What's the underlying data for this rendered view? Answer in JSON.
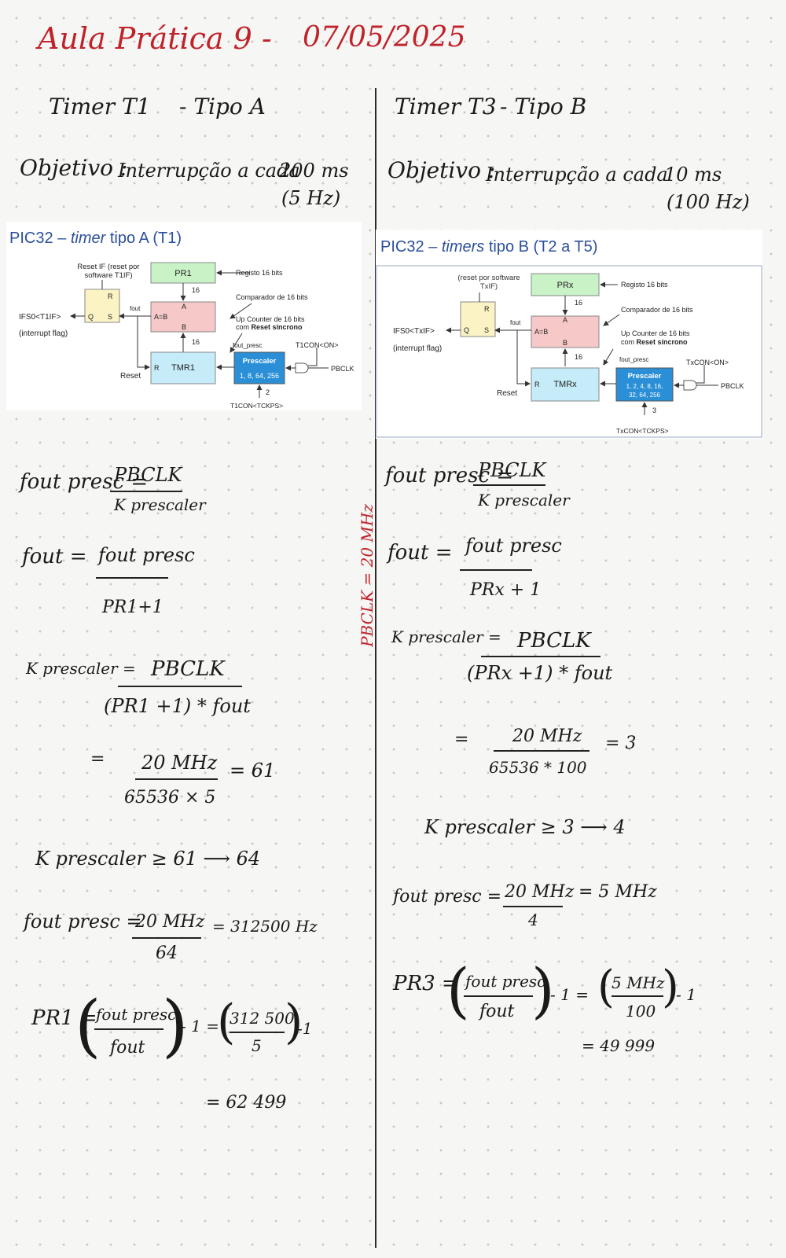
{
  "header": {
    "title": "Aula Prática 9 -",
    "date": "07/05/2025"
  },
  "left": {
    "timer": "Timer T1",
    "tipo": "- Tipo A",
    "objetivo_label": "Objetivo :",
    "objetivo_text": "Interrupção a cada",
    "period": "200 ms",
    "freq": "(5 Hz)",
    "diagram": {
      "title_prefix": "PIC32 – ",
      "title_italic": "timer",
      "title_suffix": " tipo A (T1)",
      "reset_if": "Reset IF (reset por",
      "reset_if2": "software T1IF)",
      "pr": "PR1",
      "registo": "Registo 16 bits",
      "comparador": "Comparador de 16 bits",
      "counter1": "Up Counter de 16 bits",
      "counter2_a": "com ",
      "counter2_b": "Reset síncrono",
      "ifs": "IFS0<T1IF>",
      "intflag": "(interrupt flag)",
      "reset": "Reset",
      "tmr": "TMR1",
      "prescaler": "Prescaler",
      "prescaler_vals": "1, 8, 64, 256",
      "tcon_on": "T1CON<ON>",
      "tcon_tckps": "T1CON<TCKPS>",
      "pbclk": "PBCLK",
      "fout": "fout",
      "fout_presc": "fout_presc",
      "a_eq_b": "A=B",
      "a": "A",
      "b": "B",
      "r": "R",
      "s": "S",
      "q": "Q",
      "bits16": "16",
      "bits2": "2"
    },
    "eq1_lhs": "fout presc =",
    "eq1_num": "PBCLK",
    "eq1_den": "K prescaler",
    "eq2_lhs": "fout =",
    "eq2_num": "fout presc",
    "eq2_den": "PR1+1",
    "eq3_lhs": "K prescaler =",
    "eq3_num": "PBCLK",
    "eq3_den": "(PR1 +1) * fout",
    "eq4_eq": "=",
    "eq4_num": "20 MHz",
    "eq4_den": "65536 × 5",
    "eq4_res": "= 61",
    "eq5": "K prescaler ≥ 61   ⟶   64",
    "eq6_lhs": "fout presc =",
    "eq6_num": "20 MHz",
    "eq6_den": "64",
    "eq6_res": "= 312500 Hz",
    "eq7_lhs": "PR1 =",
    "eq7_num": "fout presc",
    "eq7_den": "fout",
    "eq7_mid": "- 1 =",
    "eq7_num2": "312 500",
    "eq7_den2": "5",
    "eq7_end": "-1",
    "eq8": "= 62 499"
  },
  "right": {
    "timer": "Timer T3",
    "tipo": "- Tipo B",
    "objetivo_label": "Objetivo :",
    "objetivo_text": "Interrupção a cada",
    "period": "10 ms",
    "freq": "(100 Hz)",
    "diagram": {
      "title_prefix": "PIC32 – ",
      "title_italic": "timers",
      "title_suffix": " tipo B (T2 a T5)",
      "reset_if": "(reset por software",
      "reset_if2": "TxIF)",
      "pr": "PRx",
      "registo": "Registo 16 bits",
      "comparador": "Comparador de 16 bits",
      "counter1": "Up Counter de 16 bits",
      "counter2_a": "com ",
      "counter2_b": "Reset síncrono",
      "ifs": "IFS0<TxIF>",
      "intflag": "(interrupt flag)",
      "reset": "Reset",
      "tmr": "TMRx",
      "prescaler": "Prescaler",
      "prescaler_vals": "1, 2, 4, 8, 16,",
      "prescaler_vals2": "32, 64, 256",
      "tcon_on": "TxCON<ON>",
      "tcon_tckps": "TxCON<TCKPS>",
      "pbclk": "PBCLK",
      "fout": "fout",
      "fout_presc": "fout_presc",
      "a_eq_b": "A=B",
      "a": "A",
      "b": "B",
      "r": "R",
      "s": "S",
      "q": "Q",
      "bits16": "16",
      "bits3": "3"
    },
    "eq1_lhs": "fout presc =",
    "eq1_num": "PBCLK",
    "eq1_den": "K prescaler",
    "eq2_lhs": "fout =",
    "eq2_num": "fout presc",
    "eq2_den": "PRx + 1",
    "eq3_lhs": "K prescaler =",
    "eq3_num": "PBCLK",
    "eq3_den": "(PRx +1) * fout",
    "eq4_eq": "=",
    "eq4_num": "20 MHz",
    "eq4_den": "65536 * 100",
    "eq4_res": "= 3",
    "eq5": "K prescaler ≥ 3  ⟶ 4",
    "eq6_lhs": "fout presc =",
    "eq6_num": "20 MHz",
    "eq6_den": "4",
    "eq6_res": "= 5 MHz",
    "eq7_lhs": "PR3 =",
    "eq7_num": "fout presc",
    "eq7_den": "fout",
    "eq7_mid": "- 1  =",
    "eq7_num2": "5 MHz",
    "eq7_den2": "100",
    "eq7_end": "- 1",
    "eq8": "= 49 999"
  },
  "pbclk_note": "PBCLK = 20 MHz"
}
